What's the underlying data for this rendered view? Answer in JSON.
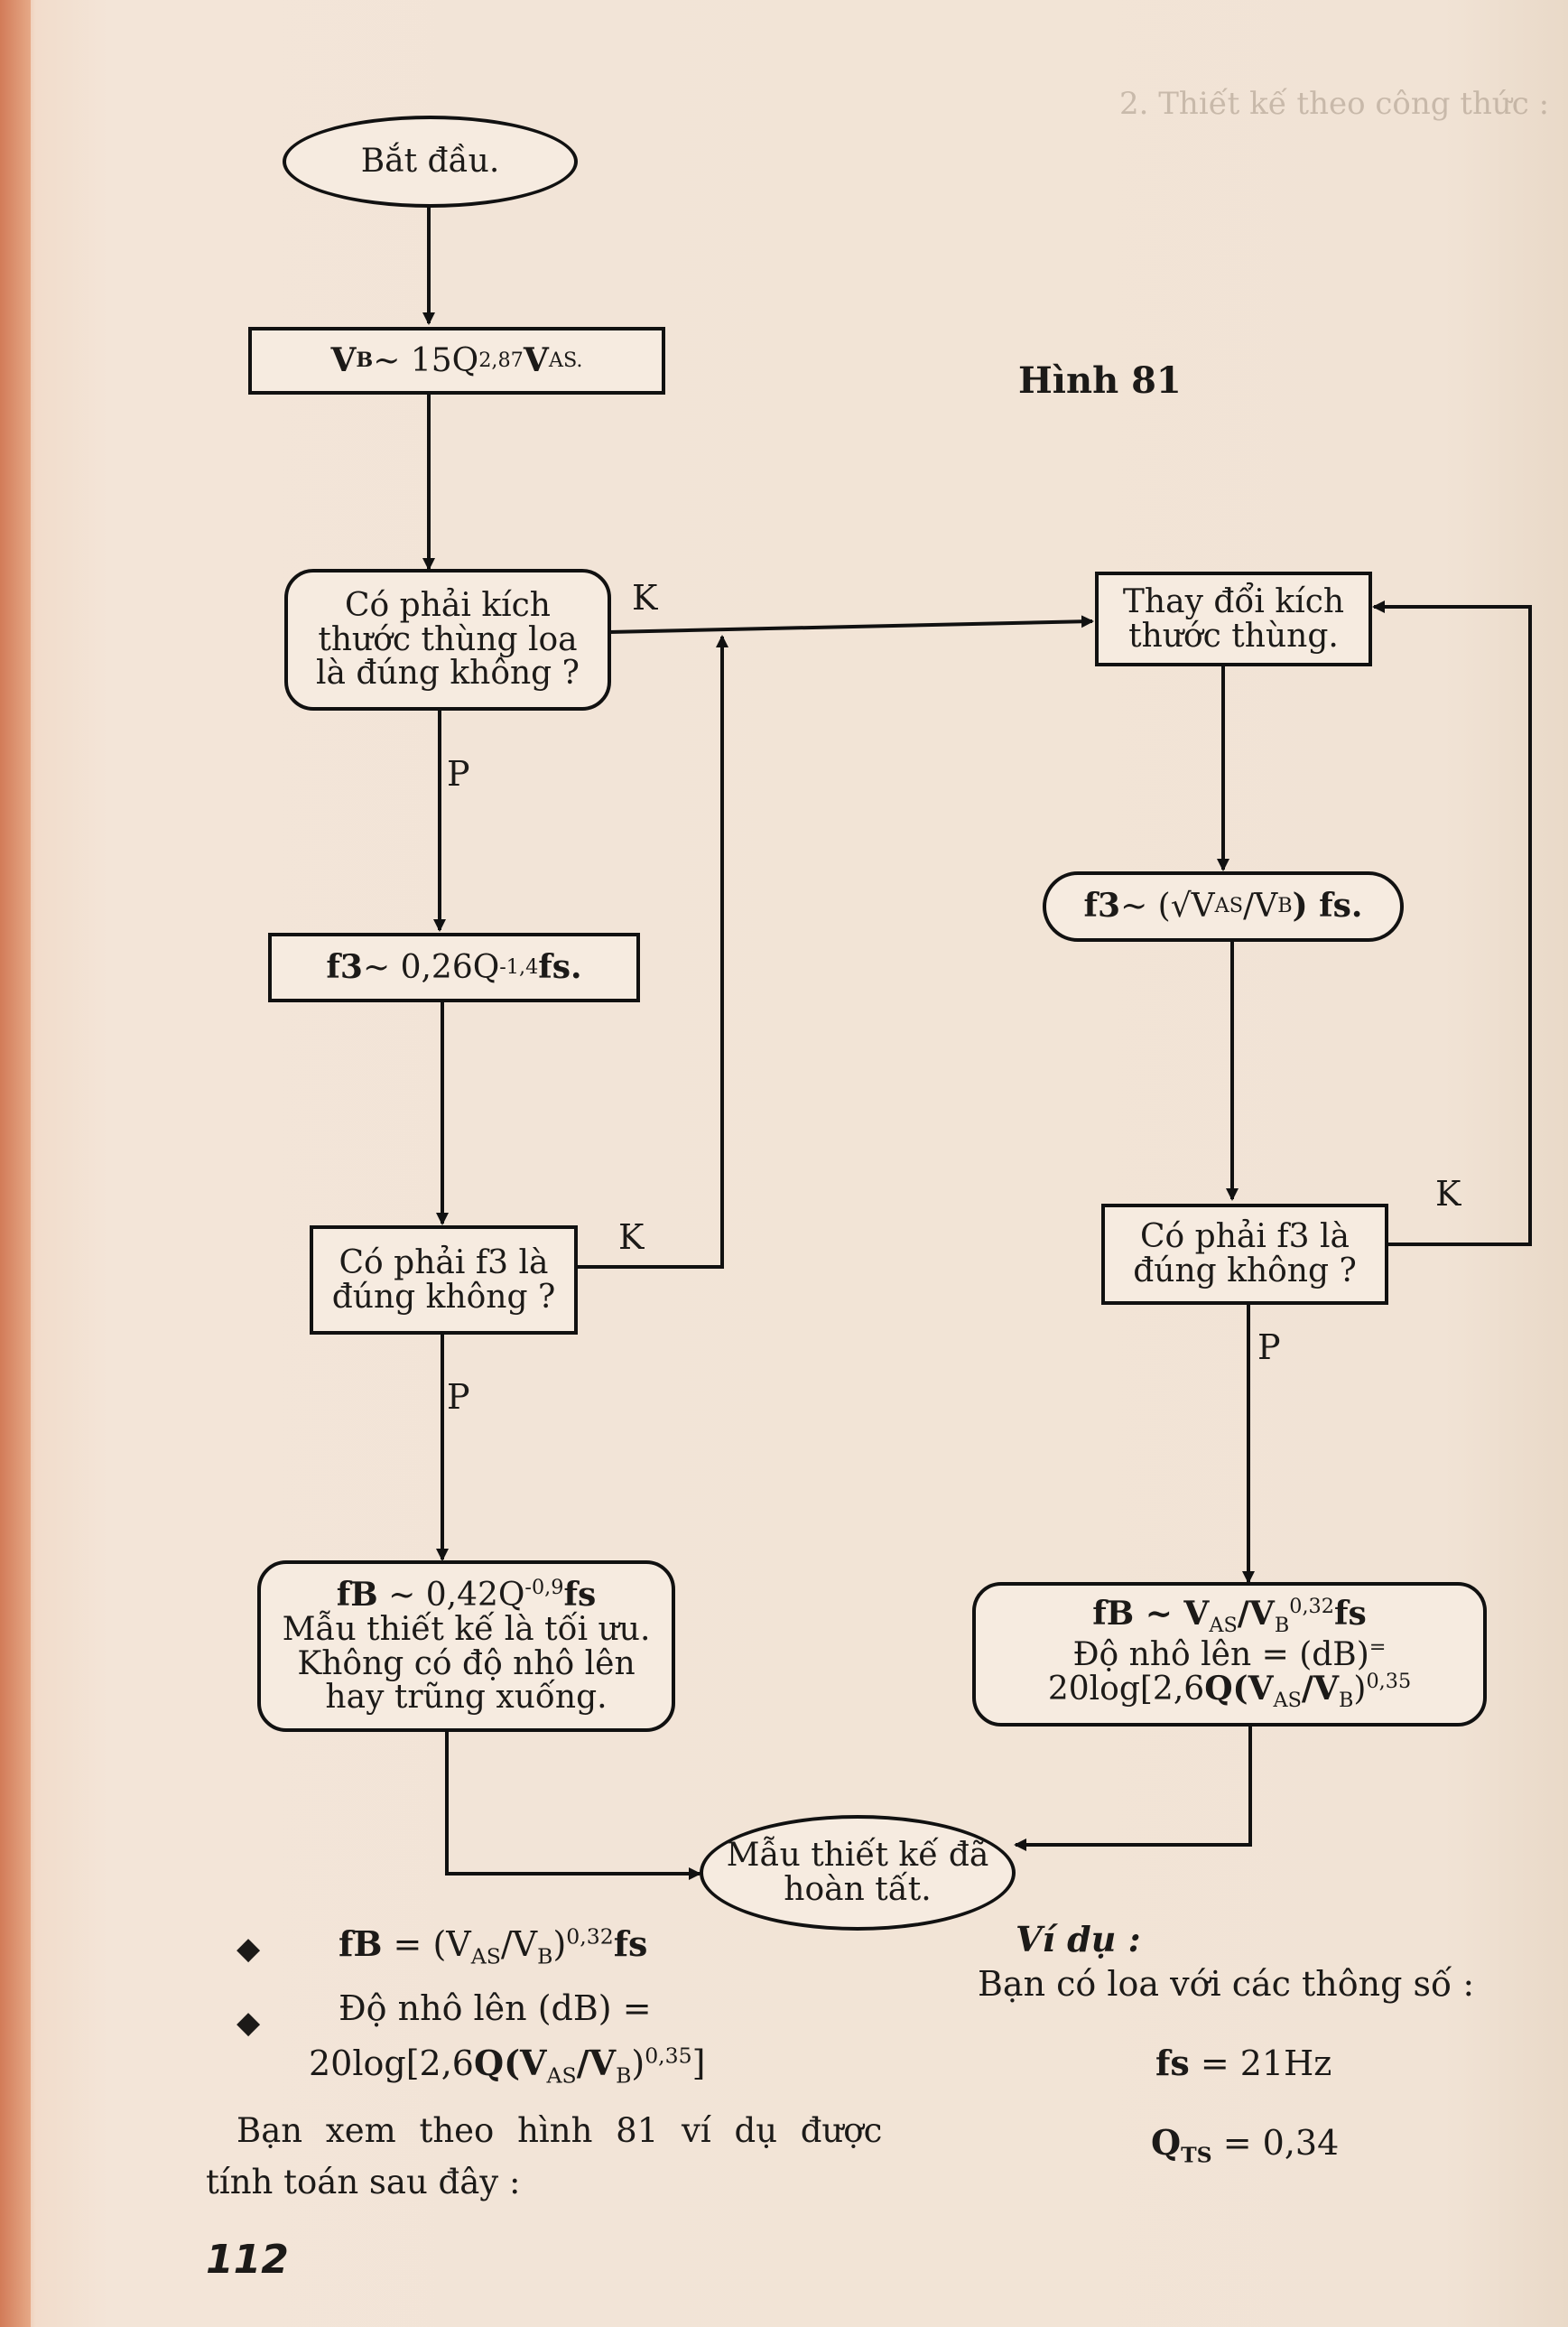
{
  "header_text": "2. Thiết kế theo công thức :",
  "figure_title": "Hình 81",
  "page_number": "112",
  "flowchart": {
    "start": "Bắt đầu.",
    "vb_formula": {
      "main": "V",
      "sub_b": "B",
      "rel": " ~ 15Q",
      "exp": "2,87",
      "vas": " V",
      "sub_as": "AS."
    },
    "decision_box_size": [
      "Có phải kích",
      "thước thùng loa",
      "là đúng không ?"
    ],
    "label_k1": "K",
    "label_p1": "P",
    "change_box": [
      "Thay đổi kích",
      "thước thùng."
    ],
    "f3_left": {
      "pre": "f3",
      "rel": " ~ 0,26Q",
      "exp": "-1,4",
      "post": "fs."
    },
    "f3_right": {
      "pre": "f3",
      "rel": " ~ (√V",
      "sub1": "AS",
      "mid": "/V",
      "sub2": "B",
      "post": ") fs."
    },
    "decision_f3_left": [
      "Có phải f3 là",
      "đúng không ?"
    ],
    "decision_f3_right": [
      "Có phải f3 là",
      "đúng không ?"
    ],
    "label_k2": "K",
    "label_p2": "P",
    "label_k3": "K",
    "label_p3": "P",
    "fb_left": {
      "line1_pre": "fB",
      "line1_rel": " ~ 0,42Q",
      "line1_exp": "-0,9",
      "line1_post": "fs",
      "line2": "Mẫu thiết kế là tối ưu.",
      "line3": "Không có độ nhô lên",
      "line4": "hay trũng xuống."
    },
    "fb_right": {
      "line1_pre": "fB",
      "line1_rel": " ~ V",
      "line1_sub1": "AS",
      "line1_mid": "/V",
      "line1_sub2": "B",
      "line1_exp": "0,32",
      "line1_post": "fs",
      "line2": "Độ nhô lên = (dB)",
      "line2_eq": "=",
      "line3": "20log[2,6",
      "line3_q": "Q",
      "line3_v": "(V",
      "line3_sub1": "AS",
      "line3_mid": "/V",
      "line3_sub2": "B",
      "line3_post": ")",
      "line3_exp": "0,35"
    },
    "end": [
      "Mẫu thiết kế đã",
      "hoàn tất."
    ]
  },
  "bullets": [
    {
      "pre": "fB",
      "text": " = (V",
      "sub1": "AS",
      "mid": "/V",
      "sub2": "B",
      "post": ")",
      "exp": "0,32",
      "tail": "fs"
    },
    {
      "line1": "Độ nhô lên (dB) =",
      "line2_pre": "20log[2,6",
      "line2_q": "Q",
      "line2_v": "(V",
      "sub1": "AS",
      "mid": "/V",
      "sub2": "B",
      "post": ")",
      "exp": "0,35",
      "tail": "]"
    }
  ],
  "body_text": [
    "Bạn xem theo hình 81 ví dụ được",
    "tính toán sau đây :"
  ],
  "example": {
    "title": "Ví dụ :",
    "intro": "Bạn có loa với các thông số :",
    "fs_label": "fs",
    "fs_value": " = 21Hz",
    "qts_label": "Q",
    "qts_sub": "TS",
    "qts_value": " = 0,34"
  }
}
